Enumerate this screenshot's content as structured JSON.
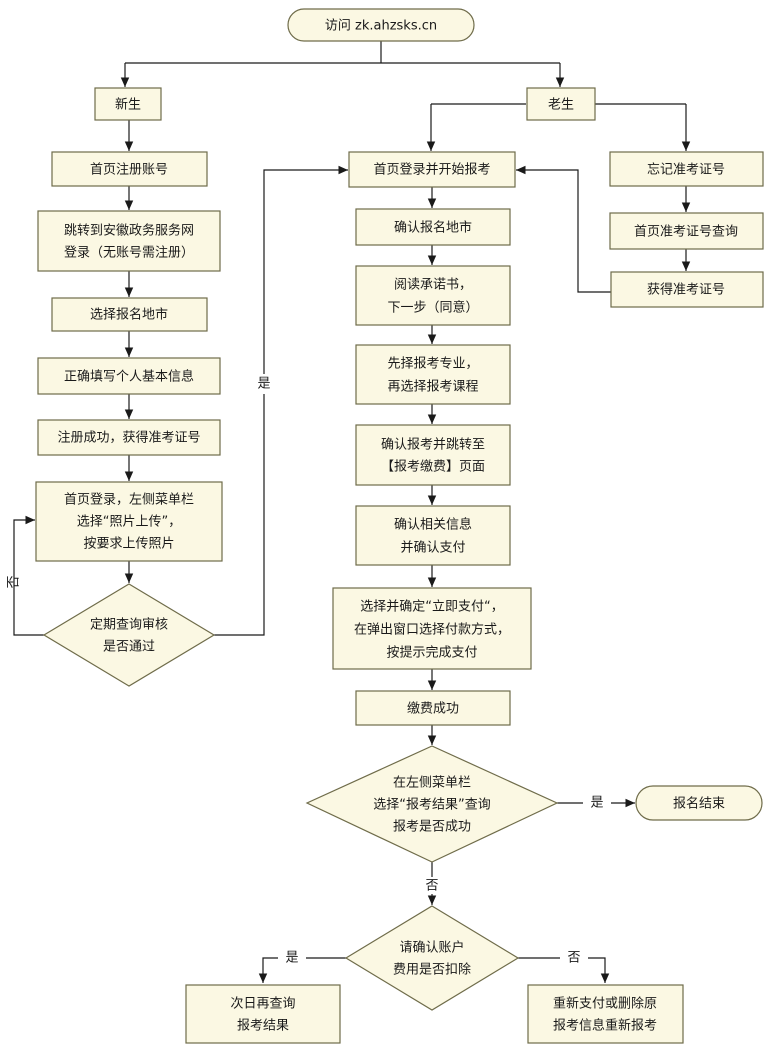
{
  "diagram": {
    "type": "flowchart",
    "colors": {
      "node_fill": "#fbf8e3",
      "node_stroke": "#6f6c4a",
      "line": "#1a1a1a"
    },
    "start": "访问 zk.ahzsks.cn",
    "new_student": {
      "label": "新生",
      "steps": [
        "首页注册账号",
        "跳转到安徽政务服务网",
        "登录（无账号需注册）",
        "选择报名地市",
        "正确填写个人基本信息",
        "注册成功，获得准考证号",
        "首页登录，左侧菜单栏",
        "选择“照片上传”，",
        "按要求上传照片"
      ],
      "decision_line1": "定期查询审核",
      "decision_line2": "是否通过",
      "yes": "是",
      "no": "否"
    },
    "old_student": {
      "label": "老生",
      "forgot": "忘记准考证号",
      "query": "首页准考证号查询",
      "obtain": "获得准考证号"
    },
    "main_flow": {
      "login": "首页登录并开始报考",
      "confirm_city": "确认报名地市",
      "read_1": "阅读承诺书，",
      "read_2": "下一步（同意）",
      "major_1": "先择报考专业，",
      "major_2": "再选择报考课程",
      "jump_1": "确认报考并跳转至",
      "jump_2": "【报考缴费】页面",
      "info_1": "确认相关信息",
      "info_2": "并确认支付",
      "pay_1": "选择并确定“立即支付“，",
      "pay_2": "在弹出窗口选择付款方式，",
      "pay_3": "按提示完成支付",
      "paid": "缴费成功",
      "check_1": "在左侧菜单栏",
      "check_2": "选择“报考结果”查询",
      "check_3": "报考是否成功",
      "yes": "是",
      "no": "否",
      "end": "报名结束",
      "fee_1": "请确认账户",
      "fee_2": "费用是否扣除",
      "fee_yes": "是",
      "fee_no": "否",
      "nextday_1": "次日再查询",
      "nextday_2": "报考结果",
      "repay_1": "重新支付或删除原",
      "repay_2": "报考信息重新报考"
    }
  }
}
